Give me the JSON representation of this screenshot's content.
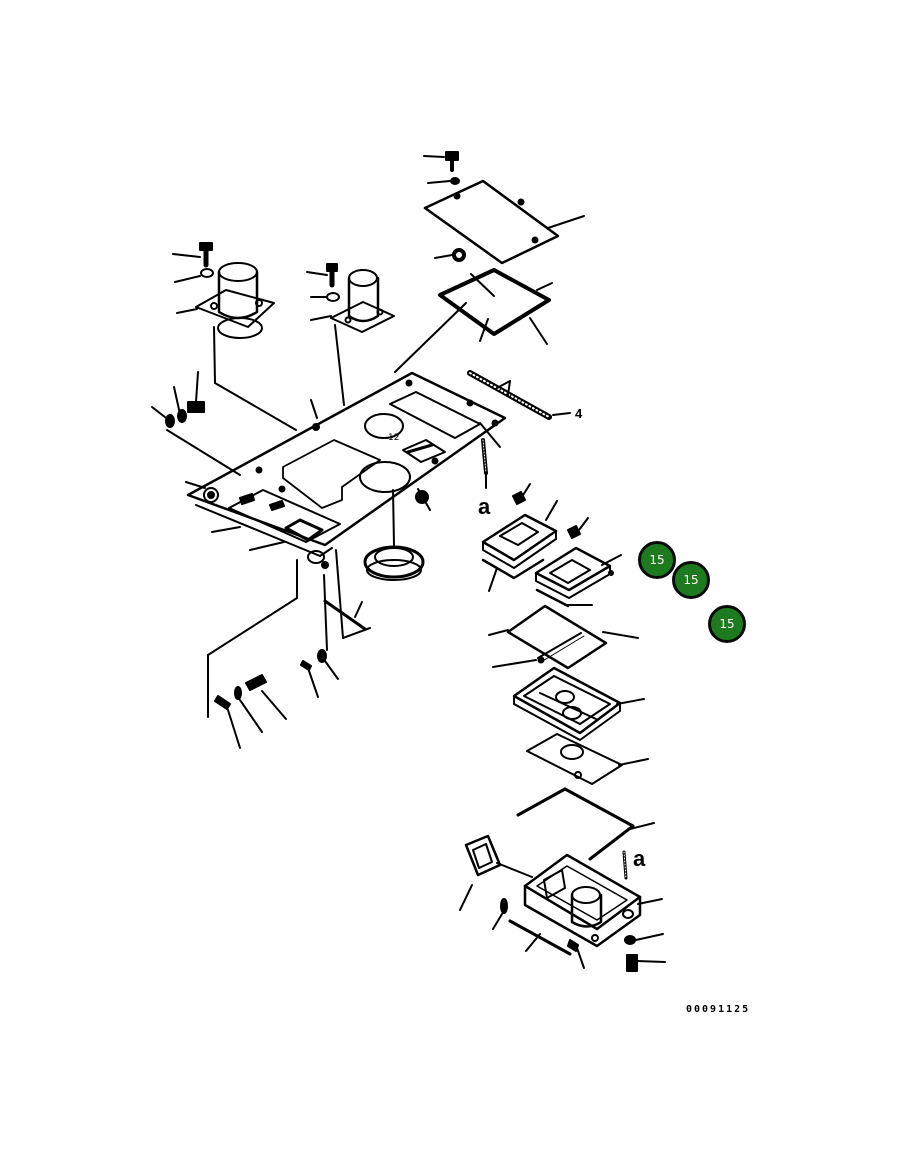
{
  "diagram": {
    "callouts": [
      "15",
      "15",
      "15"
    ],
    "item_number": "4",
    "connector_letters": [
      "a",
      "a"
    ],
    "drawing_ref": "00091125"
  },
  "colors": {
    "callout_fill": "#1e7a1e",
    "callout_border": "#0b0b0b",
    "line": "#000000",
    "background": "#ffffff"
  }
}
